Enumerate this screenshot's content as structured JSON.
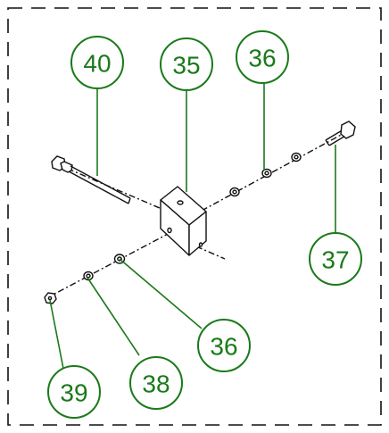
{
  "diagram": {
    "colors": {
      "balloon": "#1a7a1a",
      "part": "#111111",
      "frame": "#111111"
    },
    "callouts": [
      {
        "id": "c40",
        "label": "40"
      },
      {
        "id": "c35",
        "label": "35"
      },
      {
        "id": "c36a",
        "label": "36"
      },
      {
        "id": "c37",
        "label": "37"
      },
      {
        "id": "c36b",
        "label": "36"
      },
      {
        "id": "c39",
        "label": "39"
      },
      {
        "id": "c38",
        "label": "38"
      }
    ]
  }
}
